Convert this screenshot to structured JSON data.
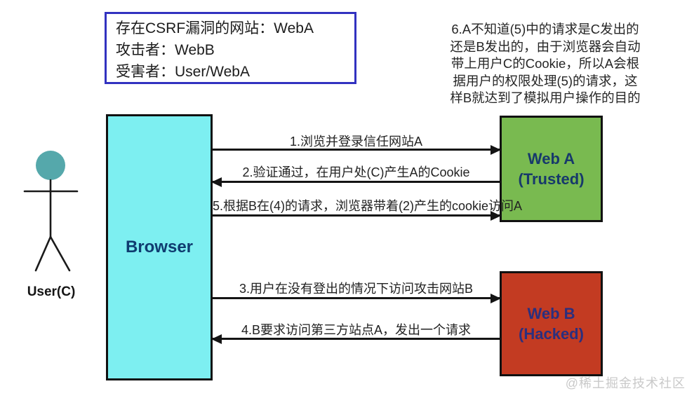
{
  "info_box": {
    "lines": [
      "存在CSRF漏洞的网站：WebA",
      "攻击者：WebB",
      "受害者：User/WebA"
    ]
  },
  "note": {
    "lines": [
      "6.A不知道(5)中的请求是C发出的",
      "还是B发出的，由于浏览器会自动",
      "带上用户C的Cookie，所以A会根",
      "据用户的权限处理(5)的请求，这",
      "样B就达到了模拟用户操作的目的"
    ]
  },
  "actor": {
    "label": "User(C)",
    "head_color": "#55a8ab",
    "stroke_color": "#1a1a1a"
  },
  "nodes": {
    "browser": {
      "label": "Browser",
      "bg": "#7deff1",
      "text_color": "#0f3c70"
    },
    "web_a": {
      "line1": "Web A",
      "line2": "(Trusted)",
      "bg": "#79ba50",
      "text_color": "#17396b"
    },
    "web_b": {
      "line1": "Web B",
      "line2": "(Hacked)",
      "bg": "#c33b22",
      "text_color": "#2b2f7e"
    }
  },
  "flows": [
    {
      "label": "1.浏览并登录信任网站A",
      "from": "Browser",
      "to": "Web A",
      "direction": "right"
    },
    {
      "label": "2.验证通过，在用户处(C)产生A的Cookie",
      "from": "Web A",
      "to": "Browser",
      "direction": "left"
    },
    {
      "label": "3.用户在没有登出的情况下访问攻击网站B",
      "from": "Browser",
      "to": "Web B",
      "direction": "right"
    },
    {
      "label": "4.B要求访问第三方站点A，发出一个请求",
      "from": "Web B",
      "to": "Browser",
      "direction": "left"
    },
    {
      "label": "5.根据B在(4)的请求，浏览器带着(2)产生的cookie访问A",
      "from": "Browser",
      "to": "Web A",
      "direction": "right"
    }
  ],
  "watermark": "@稀土掘金技术社区"
}
